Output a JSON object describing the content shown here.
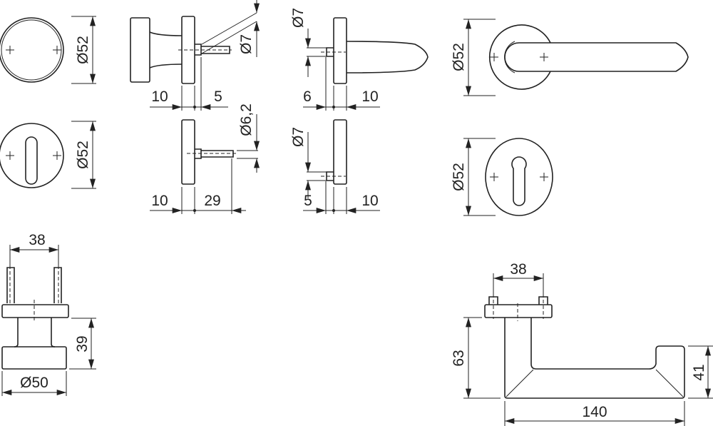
{
  "rose_plain": {
    "dia": "Ø52"
  },
  "rose_cylinder": {
    "dia": "Ø52"
  },
  "knob_side": {
    "plate": "10",
    "offset": "5",
    "spindle_dia": "Ø7"
  },
  "cylinder_pin_side": {
    "plate": "10",
    "length": "29",
    "pin_dia": "Ø6,2"
  },
  "lever_side": {
    "spindle_dia": "Ø7",
    "offset": "6",
    "plate": "10"
  },
  "lever_cyl_side": {
    "spindle_dia": "Ø7",
    "offset": "5",
    "plate": "10"
  },
  "lever_front": {
    "dia": "Ø52"
  },
  "lever_cyl_front": {
    "dia": "Ø52"
  },
  "knob_profile": {
    "pin_spacing": "38",
    "height": "39",
    "dia": "Ø50"
  },
  "lever_profile": {
    "pin_spacing": "38",
    "height": "63",
    "end_height": "41",
    "length": "140"
  }
}
